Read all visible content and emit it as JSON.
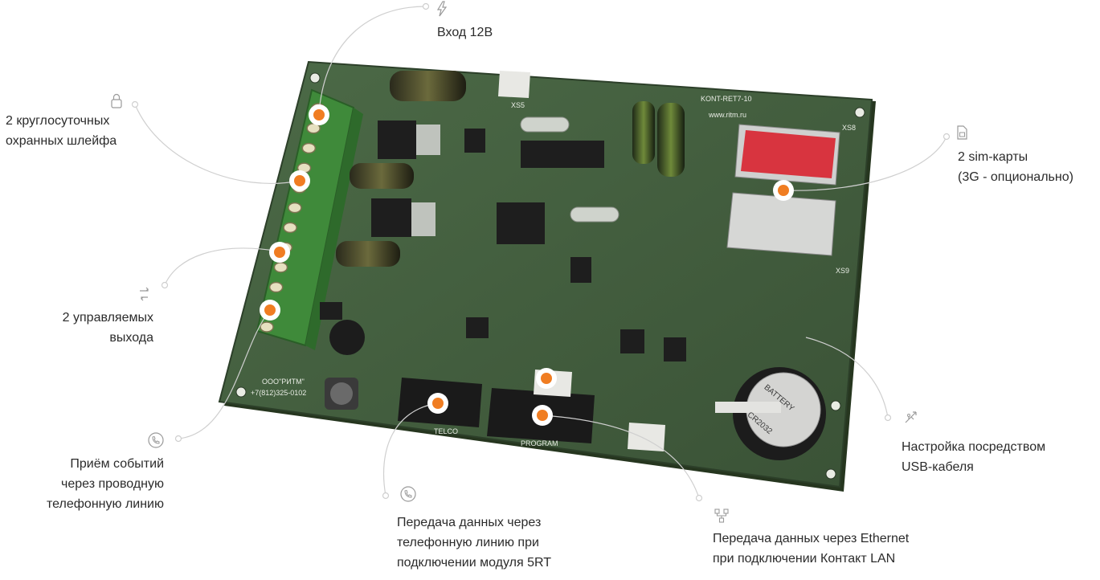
{
  "colors": {
    "board": "#3f5a3c",
    "board_dark": "#2a3d29",
    "terminal_green": "#3f8a3a",
    "marker_orange": "#f07d22",
    "sim_red": "#d8343f",
    "leader_line": "#c9c9c9",
    "text": "#2b2b2b"
  },
  "board": {
    "model": "KONT-RET7-10",
    "site": "www.ritm.ru",
    "maker": "ООО\"РИТМ\"",
    "phone": "+7(812)325-0102",
    "connectors": {
      "telco": "TELCO",
      "program": "PROGRAM",
      "xs5": "XS5",
      "xs8": "XS8",
      "xs9": "XS9"
    },
    "battery_text": "BATTERY",
    "battery_code": "CR2032"
  },
  "features": [
    {
      "id": "power",
      "icon": "lightning-icon",
      "lines": [
        "Вход 12В"
      ]
    },
    {
      "id": "loops",
      "icon": "lock-icon",
      "lines": [
        "2 круглосуточных",
        "охранных шлейфа"
      ]
    },
    {
      "id": "sim",
      "icon": "sim-card-icon",
      "lines": [
        "2 sim-карты",
        "(3G - опционально)"
      ]
    },
    {
      "id": "outputs",
      "icon": "switch-arrows-icon",
      "lines": [
        "2 управляемых",
        "выхода"
      ]
    },
    {
      "id": "phone_line",
      "icon": "phone-icon",
      "lines": [
        "Приём событий",
        "через проводную",
        "телефонную линию"
      ]
    },
    {
      "id": "usb",
      "icon": "usb-icon",
      "lines": [
        "Настройка посредством",
        "USB-кабеля"
      ]
    },
    {
      "id": "module_5rt",
      "icon": "phone-icon",
      "lines": [
        "Передача данных через",
        "телефонную линию при",
        "подключении модуля 5RT"
      ]
    },
    {
      "id": "ethernet",
      "icon": "network-icon",
      "lines": [
        "Передача данных через Ethernet",
        "при подключении Контакт LAN"
      ]
    }
  ]
}
